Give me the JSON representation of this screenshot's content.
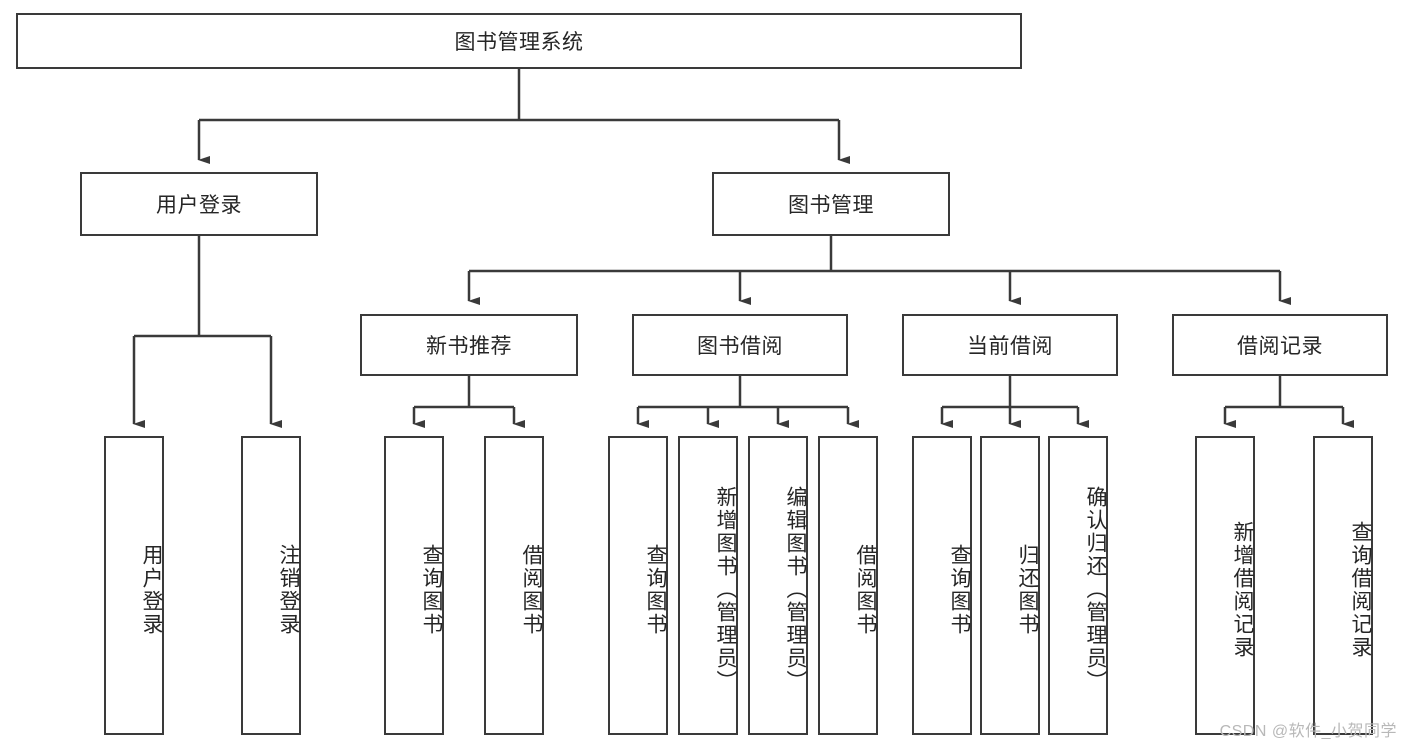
{
  "diagram": {
    "title_node": {
      "label": "图书管理系统"
    },
    "level2": [
      {
        "label": "用户登录"
      },
      {
        "label": "图书管理"
      }
    ],
    "level3": [
      {
        "label": "新书推荐"
      },
      {
        "label": "图书借阅"
      },
      {
        "label": "当前借阅"
      },
      {
        "label": "借阅记录"
      }
    ],
    "leaves": [
      {
        "label": "用户登录"
      },
      {
        "label": "注销登录"
      },
      {
        "label": "查询图书"
      },
      {
        "label": "借阅图书"
      },
      {
        "label": "查询图书"
      },
      {
        "label": "新增图书（管理员）"
      },
      {
        "label": "编辑图书（管理员）"
      },
      {
        "label": "借阅图书"
      },
      {
        "label": "查询图书"
      },
      {
        "label": "归还图书"
      },
      {
        "label": "确认归还（管理员）"
      },
      {
        "label": "新增借阅记录"
      },
      {
        "label": "查询借阅记录"
      }
    ]
  },
  "watermark": {
    "text": "CSDN @软件_小贺同学"
  },
  "colors": {
    "stroke": "#3a3a3a",
    "text": "#262626",
    "background": "#ffffff",
    "watermark": "#b8b8b8"
  }
}
